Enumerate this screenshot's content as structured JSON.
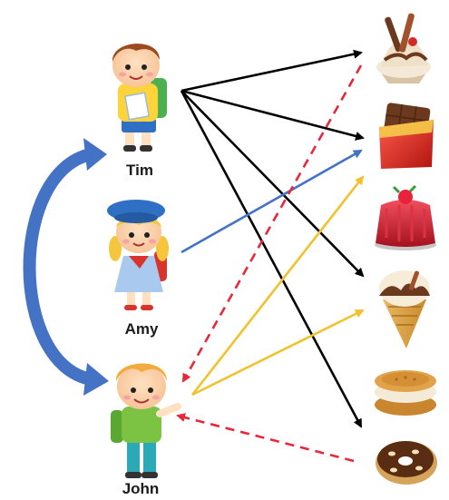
{
  "people": [
    {
      "id": "tim",
      "name": "Tim"
    },
    {
      "id": "amy",
      "name": "Amy"
    },
    {
      "id": "john",
      "name": "John"
    }
  ],
  "foods": [
    {
      "id": "chocolate-ice-cream-sundae",
      "icon": "sundae-icon"
    },
    {
      "id": "chocolate-bar",
      "icon": "chocolate-bar-icon"
    },
    {
      "id": "jelly-pudding",
      "icon": "jelly-icon"
    },
    {
      "id": "ice-cream-cone",
      "icon": "ice-cream-cone-icon"
    },
    {
      "id": "sandwich-cookie",
      "icon": "cookie-icon"
    },
    {
      "id": "chocolate-donut",
      "icon": "donut-icon"
    }
  ],
  "colors": {
    "black_arrow": "#000000",
    "blue_arrow": "#4472c4",
    "yellow_arrow": "#f2c12e",
    "red_dashed_arrow": "#e8283a",
    "curved_arrow": "#4472c4"
  },
  "relations": [
    {
      "from": "tim",
      "to": "chocolate-ice-cream-sundae",
      "style": "black"
    },
    {
      "from": "tim",
      "to": "chocolate-bar",
      "style": "black"
    },
    {
      "from": "tim",
      "to": "ice-cream-cone",
      "style": "black"
    },
    {
      "from": "tim",
      "to": "chocolate-donut",
      "style": "black"
    },
    {
      "from": "amy",
      "to": "chocolate-bar",
      "style": "blue"
    },
    {
      "from": "john",
      "to": "chocolate-bar",
      "style": "yellow"
    },
    {
      "from": "john",
      "to": "ice-cream-cone",
      "style": "yellow"
    },
    {
      "from": "chocolate-ice-cream-sundae",
      "to": "john",
      "style": "red-dashed"
    },
    {
      "from": "chocolate-donut",
      "to": "john",
      "style": "red-dashed"
    },
    {
      "from": "tim",
      "to": "john",
      "style": "curved"
    }
  ]
}
